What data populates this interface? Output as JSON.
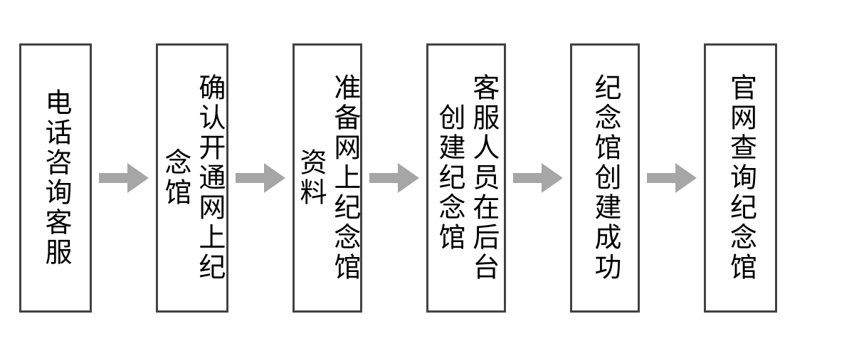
{
  "diagram": {
    "type": "process-flow",
    "title": "",
    "orientation": "left-to-right",
    "text_direction": "vertical",
    "colors": {
      "box_border": "#424242",
      "box_fill": "#FFFFFF",
      "text": "#000000",
      "arrow": "#A6A6A6",
      "background": "#FFFFFF"
    },
    "arrow_icon": "right-block-arrow-icon",
    "steps": [
      {
        "index": 1,
        "id": "step-phone-consult",
        "label": "电话咨询客服",
        "columns": [
          "电话咨询客服"
        ]
      },
      {
        "index": 2,
        "id": "step-confirm-open",
        "label": "确认开通网上纪念馆",
        "columns": [
          "确认开通网上纪念馆"
        ]
      },
      {
        "index": 3,
        "id": "step-prepare-materials",
        "label": "准备网上纪念馆资料",
        "columns": [
          "准备网上纪念馆资料"
        ]
      },
      {
        "index": 4,
        "id": "step-staff-create",
        "label": "客服人员在后台创建纪念馆",
        "columns": [
          "创建纪念馆",
          "客服人员在后台"
        ]
      },
      {
        "index": 5,
        "id": "step-create-success",
        "label": "纪念馆创建成功",
        "columns": [
          "纪念馆创建成功"
        ]
      },
      {
        "index": 6,
        "id": "step-query-official-site",
        "label": "官网查询纪念馆",
        "columns": [
          "官网查询纪念馆"
        ]
      }
    ],
    "connectors": [
      {
        "from": 1,
        "to": 2,
        "kind": "arrow-right"
      },
      {
        "from": 2,
        "to": 3,
        "kind": "arrow-right"
      },
      {
        "from": 3,
        "to": 4,
        "kind": "arrow-right"
      },
      {
        "from": 4,
        "to": 5,
        "kind": "arrow-right"
      },
      {
        "from": 5,
        "to": 6,
        "kind": "arrow-right"
      }
    ]
  }
}
